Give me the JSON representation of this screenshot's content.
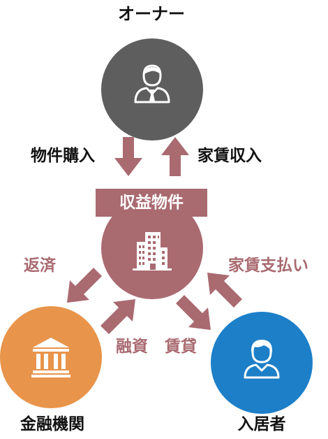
{
  "nodes": {
    "owner": "オーナー",
    "property": "収益物件",
    "bank": "金融機関",
    "tenant": "入居者"
  },
  "flows": {
    "purchase": "物件購入",
    "rent_income": "家賃収入",
    "repayment": "返済",
    "rent_payment": "家賃支払い",
    "financing": "融資",
    "lease": "賃貸"
  },
  "icons": {
    "owner": "businessman-icon",
    "property": "office-building-icon",
    "bank": "bank-icon",
    "tenant": "person-icon"
  },
  "colors": {
    "owner": "#5e5e5e",
    "property": "#a96a70",
    "bank": "#e8944a",
    "tenant": "#1d7fc8",
    "arrow": "#a96a70"
  }
}
